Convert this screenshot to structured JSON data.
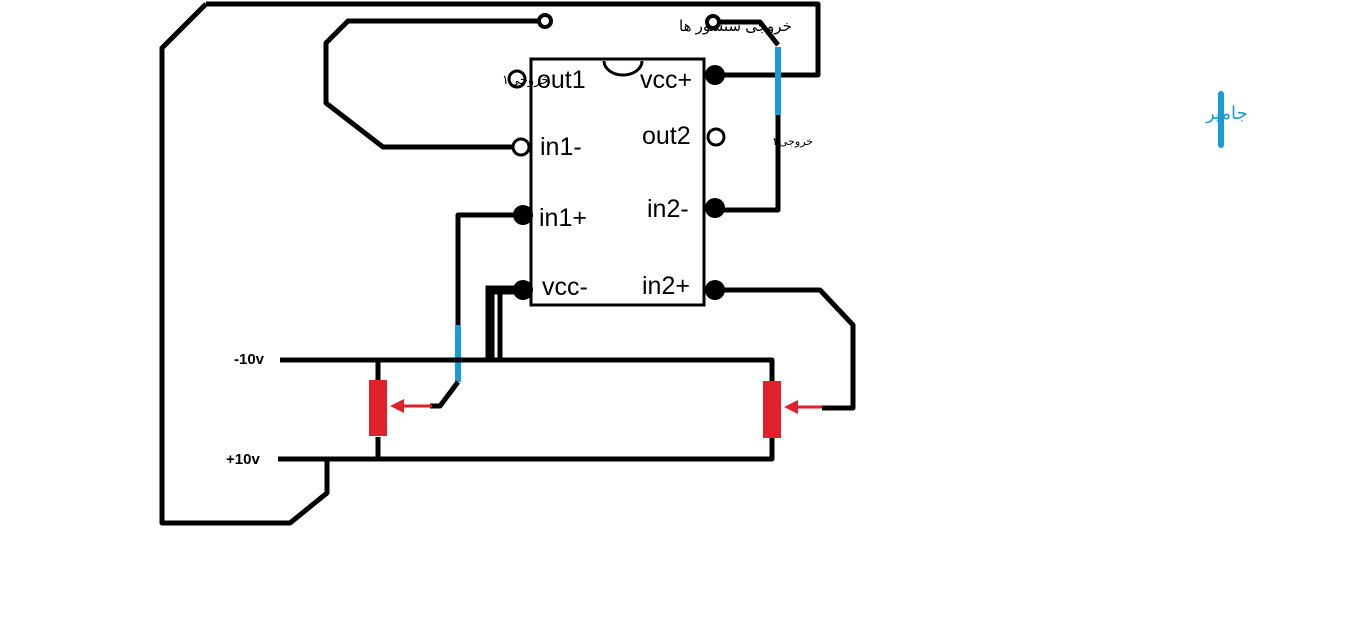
{
  "colors": {
    "wire": "#000000",
    "jumper": "#1a9bd7",
    "resistor": "#e0202a",
    "arrow": "#e0202a",
    "background": "#ffffff"
  },
  "chip": {
    "pins": {
      "out1": "out1",
      "in1_minus": "in1-",
      "in1_plus": "in1+",
      "vcc_minus": "vcc-",
      "vcc_plus": "vcc+",
      "out2": "out2",
      "in2_minus": "in2-",
      "in2_plus": "in2+"
    }
  },
  "labels": {
    "sensor_outputs": "خروجی سنسور ها",
    "output1": "خروجی۱",
    "output2": "خروجی۲"
  },
  "rails": {
    "negative": "-10v",
    "positive": "+10v"
  },
  "legend": {
    "jumper": "جامپر"
  }
}
